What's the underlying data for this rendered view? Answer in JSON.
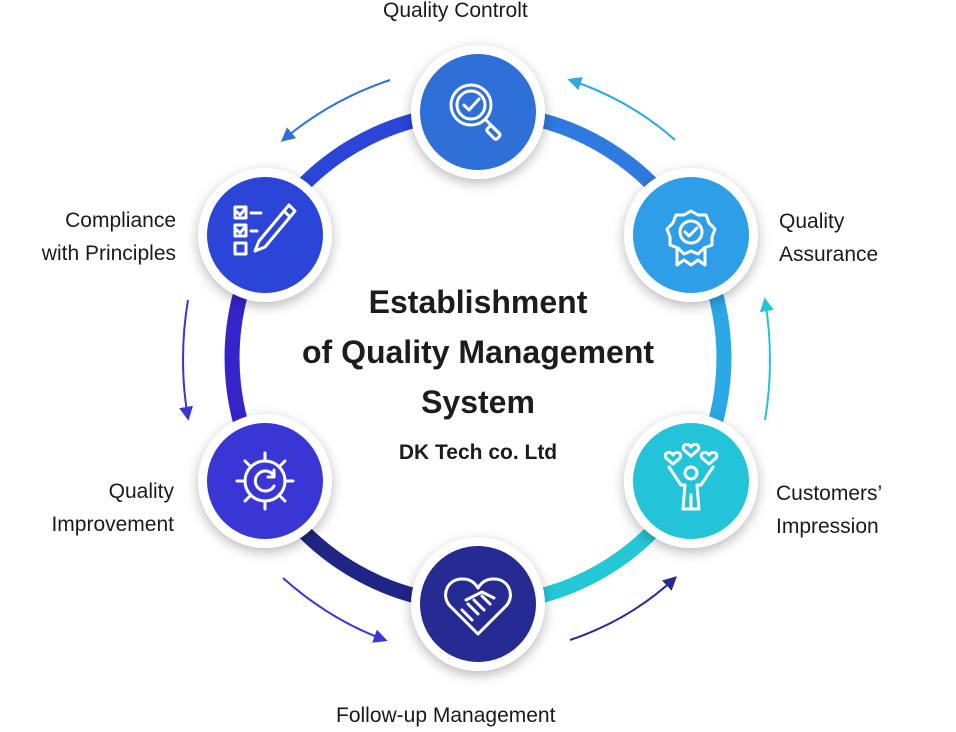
{
  "title_lines": [
    "Establishment",
    "of Quality Management",
    "System"
  ],
  "company": "DK Tech co. Ltd",
  "nodes": [
    {
      "label_lines": [
        "Quality Controlt"
      ],
      "icon": "magnifier-check-icon",
      "color": "#2f6fd8"
    },
    {
      "label_lines": [
        "Quality",
        "Assurance"
      ],
      "icon": "award-badge-icon",
      "color": "#2e9ee8"
    },
    {
      "label_lines": [
        "Customers’",
        "Impression"
      ],
      "icon": "people-hearts-icon",
      "color": "#23c4d9"
    },
    {
      "label_lines": [
        "Follow-up Management"
      ],
      "icon": "handshake-heart-icon",
      "color": "#262b93"
    },
    {
      "label_lines": [
        "Quality",
        "Improvement"
      ],
      "icon": "gear-cycle-icon",
      "color": "#3a36d6"
    },
    {
      "label_lines": [
        "Compliance",
        "with Principles"
      ],
      "icon": "checklist-pencil-icon",
      "color": "#2a45d8"
    }
  ],
  "ring_colors": [
    "#2f6fd8",
    "#2e9ee8",
    "#23c4d9",
    "#262b93",
    "#3a36d6",
    "#2a45d8"
  ]
}
